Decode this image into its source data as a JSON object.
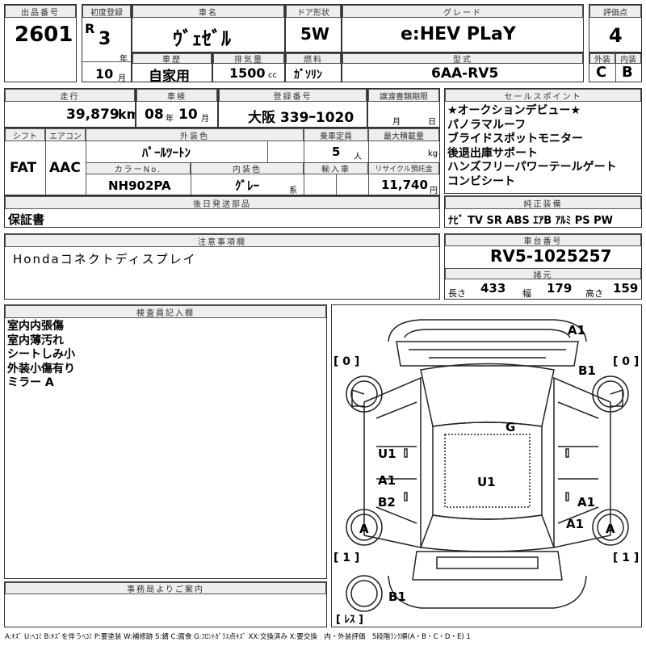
{
  "hdr": {
    "lot_no": "出品番号",
    "first_reg": "初度登録",
    "name": "車名",
    "door": "ドア形状",
    "grade": "グレード",
    "score": "評価点",
    "history": "車歴",
    "displacement": "排気量",
    "fuel": "燃料",
    "model": "型式",
    "ext": "外装",
    "int": "内装",
    "mileage": "走行",
    "inspection": "車検",
    "reg_no": "登録番号",
    "transfer": "譲渡書類期限",
    "sales_points": "セールスポイント",
    "shift": "シフト",
    "aircon": "エアコン",
    "ext_color": "外装色",
    "capacity": "乗車定員",
    "max_load": "最大積載量",
    "color_no": "カラーNo.",
    "int_color": "内装色",
    "import": "輸入車",
    "recycle": "リサイクル預託金",
    "later": "後日発送部品",
    "equipment": "純正装備",
    "notes": "注意事項欄",
    "chassis": "車台番号",
    "specs": "諸元",
    "inspector": "検査員記入欄",
    "office": "事務局よりご案内"
  },
  "lot": {
    "value": "2601"
  },
  "reg": {
    "era": "R",
    "year": "3",
    "year_unit": "年",
    "month": "10",
    "month_unit": "月"
  },
  "car": {
    "name": "ｳﾞｪｾﾞﾙ",
    "door": "5W",
    "grade": "e:HEV PLaY",
    "score": "4",
    "history": "自家用",
    "displacement": "1500",
    "displacement_unit": "cc",
    "fuel": "ｶﾞｿﾘﾝ",
    "model": "6AA-RV5",
    "ext_grade": "C",
    "int_grade": "B"
  },
  "row2": {
    "mileage": "39,879",
    "mileage_unit": "km",
    "insp_year": "08",
    "insp_year_unit": "年",
    "insp_month": "10",
    "insp_month_unit": "月",
    "reg_no": "大阪 339ｰ1020",
    "transfer_month": "月",
    "transfer_day": "日"
  },
  "row3": {
    "shift": "FAT",
    "aircon": "AAC",
    "ext_color": "ﾊﾟｰﾙﾂｰﾄﾝ",
    "capacity": "5",
    "capacity_unit": "人",
    "load_unit": "kg",
    "color_no": "NH902PA",
    "int_color": "ｸﾞﾚｰ",
    "int_color_unit": "系",
    "recycle": "11,740",
    "recycle_unit": "円"
  },
  "later_parts": "保証書",
  "sales_points": [
    "★オークションデビュー★",
    "パノラマルーフ",
    "ブライドスポットモニター",
    "後退出庫サポート",
    "ハンズフリーパワーテールゲート",
    "コンビシート"
  ],
  "equipment": "ﾅﾋﾞ TV SR ABS ｴｱB ｱﾙﾐ PS PW",
  "notes": "Hondaコネクトディスプレイ",
  "chassis_no": "RV5-1025257",
  "specs": {
    "len_label": "長さ",
    "len": "433",
    "width_label": "幅",
    "width": "179",
    "height_label": "高さ",
    "height": "159"
  },
  "inspector_notes": [
    "室内内張傷",
    "室内薄汚れ",
    "シートしみ小",
    "外装小傷有り",
    "ミラー A"
  ],
  "diagram": {
    "marks": {
      "a1_top": "A1",
      "b1_right": "B1",
      "g": "G",
      "u1_left": "U1",
      "u1_center": "U1",
      "a1_left": "A1",
      "b2_left": "B2",
      "a1_right_1": "A1",
      "a1_right_2": "A1",
      "a_left": "A",
      "a_right": "A",
      "b1_bottom": "B1"
    },
    "tire_top_left": "[ 0 ]",
    "tire_top_right": "[ 0 ]",
    "tire_bottom_left": "[ 1 ]",
    "tire_bottom_right": "[ 1 ]",
    "spare": "[ ﾚｽ ]"
  },
  "legend": "A:ｷｽﾞ U:ﾍｺﾐ B:ｷｽﾞを伴うﾍｺﾐ P:要塗装 W:補修跡 S:錆 C:腐食 G:ﾌﾛﾝﾄｶﾞﾗｽ点ｷｽﾞ XX:交換済み X:要交換　内・外装評価　5段階ﾗﾝｸ順(A・B・C・D・E) 1"
}
